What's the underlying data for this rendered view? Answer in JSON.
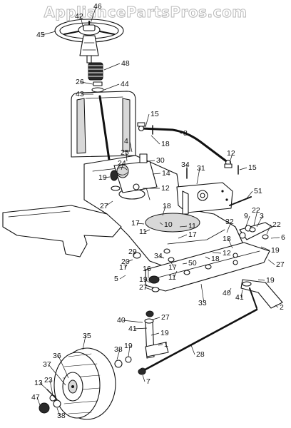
{
  "watermark": "AppliancePartsPros.com",
  "callouts": [
    {
      "id": "46",
      "text": "46"
    },
    {
      "id": "42",
      "text": "42"
    },
    {
      "id": "45",
      "text": "45"
    },
    {
      "id": "48",
      "text": "48"
    },
    {
      "id": "26",
      "text": "26"
    },
    {
      "id": "44",
      "text": "44"
    },
    {
      "id": "43",
      "text": "43"
    },
    {
      "id": "15a",
      "text": "15"
    },
    {
      "id": "8",
      "text": "8"
    },
    {
      "id": "18a",
      "text": "18"
    },
    {
      "id": "4",
      "text": "4"
    },
    {
      "id": "25",
      "text": "25"
    },
    {
      "id": "30",
      "text": "30"
    },
    {
      "id": "24",
      "text": "24"
    },
    {
      "id": "14",
      "text": "14"
    },
    {
      "id": "34a",
      "text": "34"
    },
    {
      "id": "12a",
      "text": "12"
    },
    {
      "id": "15b",
      "text": "15"
    },
    {
      "id": "31",
      "text": "31"
    },
    {
      "id": "19a",
      "text": "19"
    },
    {
      "id": "12b",
      "text": "12"
    },
    {
      "id": "27a",
      "text": "27"
    },
    {
      "id": "51",
      "text": "51"
    },
    {
      "id": "18b",
      "text": "18"
    },
    {
      "id": "17a",
      "text": "17"
    },
    {
      "id": "10",
      "text": "10"
    },
    {
      "id": "11a",
      "text": "11"
    },
    {
      "id": "11b",
      "text": "11"
    },
    {
      "id": "9",
      "text": "9"
    },
    {
      "id": "22a",
      "text": "22"
    },
    {
      "id": "3",
      "text": "3"
    },
    {
      "id": "32",
      "text": "32"
    },
    {
      "id": "22b",
      "text": "22"
    },
    {
      "id": "6",
      "text": "6"
    },
    {
      "id": "18c",
      "text": "18"
    },
    {
      "id": "17b",
      "text": "17"
    },
    {
      "id": "19b",
      "text": "19"
    },
    {
      "id": "29",
      "text": "29"
    },
    {
      "id": "34b",
      "text": "34"
    },
    {
      "id": "12c",
      "text": "12"
    },
    {
      "id": "20",
      "text": "20"
    },
    {
      "id": "18d",
      "text": "18"
    },
    {
      "id": "27b",
      "text": "27"
    },
    {
      "id": "17c",
      "text": "17"
    },
    {
      "id": "50",
      "text": "50"
    },
    {
      "id": "5",
      "text": "5"
    },
    {
      "id": "17d",
      "text": "17"
    },
    {
      "id": "11c",
      "text": "11"
    },
    {
      "id": "16",
      "text": "16"
    },
    {
      "id": "19c",
      "text": "19"
    },
    {
      "id": "27c",
      "text": "27"
    },
    {
      "id": "40a",
      "text": "40"
    },
    {
      "id": "41a",
      "text": "41"
    },
    {
      "id": "19d",
      "text": "19"
    },
    {
      "id": "33",
      "text": "33"
    },
    {
      "id": "2",
      "text": "2"
    },
    {
      "id": "40b",
      "text": "40"
    },
    {
      "id": "27d",
      "text": "27"
    },
    {
      "id": "41b",
      "text": "41"
    },
    {
      "id": "19e",
      "text": "19"
    },
    {
      "id": "35",
      "text": "35"
    },
    {
      "id": "1",
      "text": "1"
    },
    {
      "id": "38a",
      "text": "38"
    },
    {
      "id": "19f",
      "text": "19"
    },
    {
      "id": "28",
      "text": "28"
    },
    {
      "id": "36",
      "text": "36"
    },
    {
      "id": "37",
      "text": "37"
    },
    {
      "id": "13",
      "text": "13"
    },
    {
      "id": "23",
      "text": "23"
    },
    {
      "id": "7",
      "text": "7"
    },
    {
      "id": "47",
      "text": "47"
    },
    {
      "id": "38b",
      "text": "38"
    }
  ]
}
